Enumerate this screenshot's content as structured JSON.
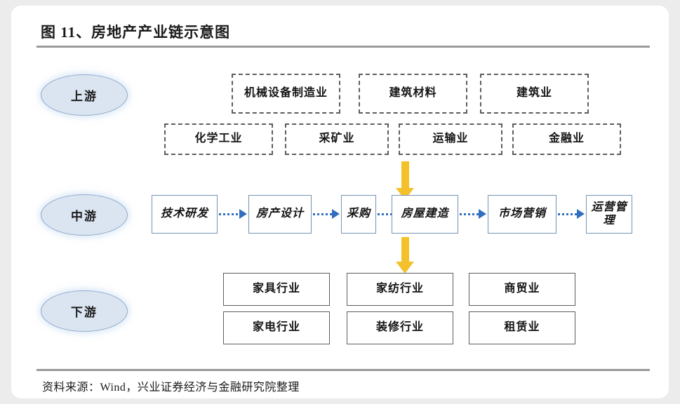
{
  "figure": {
    "title": "图 11、房地产产业链示意图",
    "source": "资料来源：Wind，兴业证券经济与金融研究院整理"
  },
  "colors": {
    "tier_fill": "#dbe5f1",
    "tier_border": "#8faaca",
    "mid_box_border": "#7494b4",
    "dashed_border": "#5d5d5d",
    "flow_arrow": "#2f6fbd",
    "vertical_arrow": "#f3c12a",
    "rule": "#9a9a9a"
  },
  "tiers": {
    "upstream": "上游",
    "midstream": "中游",
    "downstream": "下游"
  },
  "upstream": {
    "row1": [
      "机械设备制造业",
      "建筑材料",
      "建筑业"
    ],
    "row2": [
      "化学工业",
      "采矿业",
      "运输业",
      "金融业"
    ]
  },
  "midstream": {
    "steps": [
      "技术研发",
      "房产设计",
      "采购",
      "房屋建造",
      "市场营销",
      "运营管理"
    ]
  },
  "downstream": {
    "row1": [
      "家具行业",
      "家纺行业",
      "商贸业"
    ],
    "row2": [
      "家电行业",
      "装修行业",
      "租赁业"
    ]
  }
}
